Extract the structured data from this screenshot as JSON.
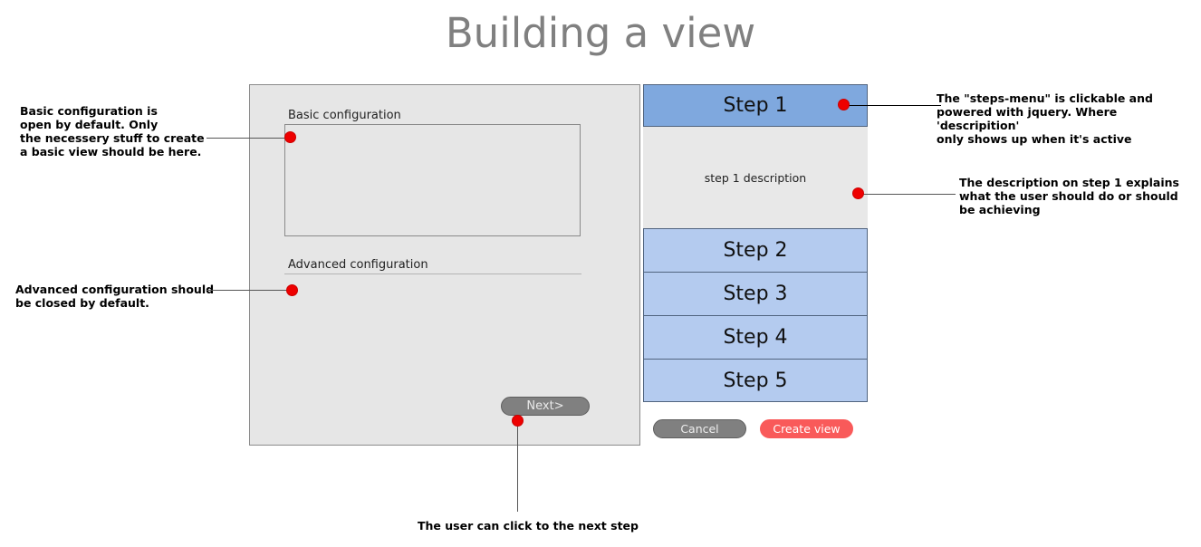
{
  "page": {
    "title": "Building a view"
  },
  "main_panel": {
    "basic_config_label": "Basic configuration",
    "advanced_config_label": "Advanced configuration",
    "next_button_label": "Next>"
  },
  "steps_menu": {
    "steps": [
      {
        "label": "Step 1",
        "active": true
      },
      {
        "label": "Step 2",
        "active": false
      },
      {
        "label": "Step 3",
        "active": false
      },
      {
        "label": "Step 4",
        "active": false
      },
      {
        "label": "Step 5",
        "active": false
      }
    ],
    "active_description": "step 1 description",
    "cancel_label": "Cancel",
    "create_view_label": "Create view"
  },
  "annotations": {
    "basic": "Basic configuration is\nopen by default. Only\nthe necessery stuff to create\na basic view should be here.",
    "advanced": "Advanced configuration should\nbe closed by default.",
    "steps_menu": "The \"steps-menu\" is clickable and\npowered with jquery. Where 'descripition'\nonly shows up when it's active",
    "description": "The description on step 1 explains\nwhat the user should do or should\nbe achieving",
    "next": "The user can click to the next step"
  },
  "colors": {
    "title": "#808080",
    "panel_bg": "#e6e6e6",
    "step_active": "#7fa8de",
    "step_inactive": "#b4cbef",
    "description_bg": "#e8e8e8",
    "cancel": "#808080",
    "create_view": "#f95a5a",
    "annotation_dot": "#ee0000"
  }
}
